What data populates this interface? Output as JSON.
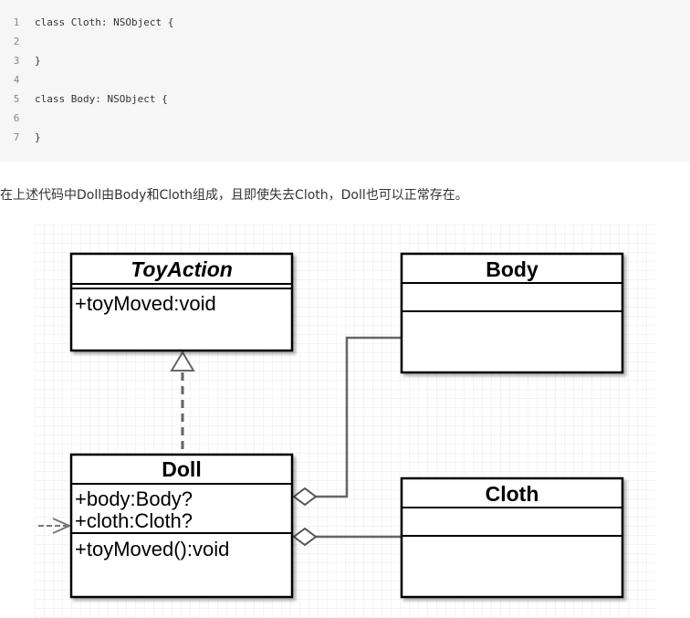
{
  "code_lines": [
    {
      "n": "1",
      "text": "class Cloth: NSObject {"
    },
    {
      "n": "2",
      "text": ""
    },
    {
      "n": "3",
      "text": "}"
    },
    {
      "n": "4",
      "text": ""
    },
    {
      "n": "5",
      "text": "class Body: NSObject {"
    },
    {
      "n": "6",
      "text": ""
    },
    {
      "n": "7",
      "text": "}"
    }
  ],
  "paragraph": "在上述代码中Doll由Body和Cloth组成，且即使失去Cloth，Doll也可以正常存在。",
  "diagram": {
    "toyaction": {
      "name": "ToyAction",
      "method": "+toyMoved:void"
    },
    "body": {
      "name": "Body"
    },
    "doll": {
      "name": "Doll",
      "attr1": "+body:Body?",
      "attr2": "+cloth:Cloth?",
      "method": "+toyMoved():void"
    },
    "cloth": {
      "name": "Cloth"
    }
  }
}
